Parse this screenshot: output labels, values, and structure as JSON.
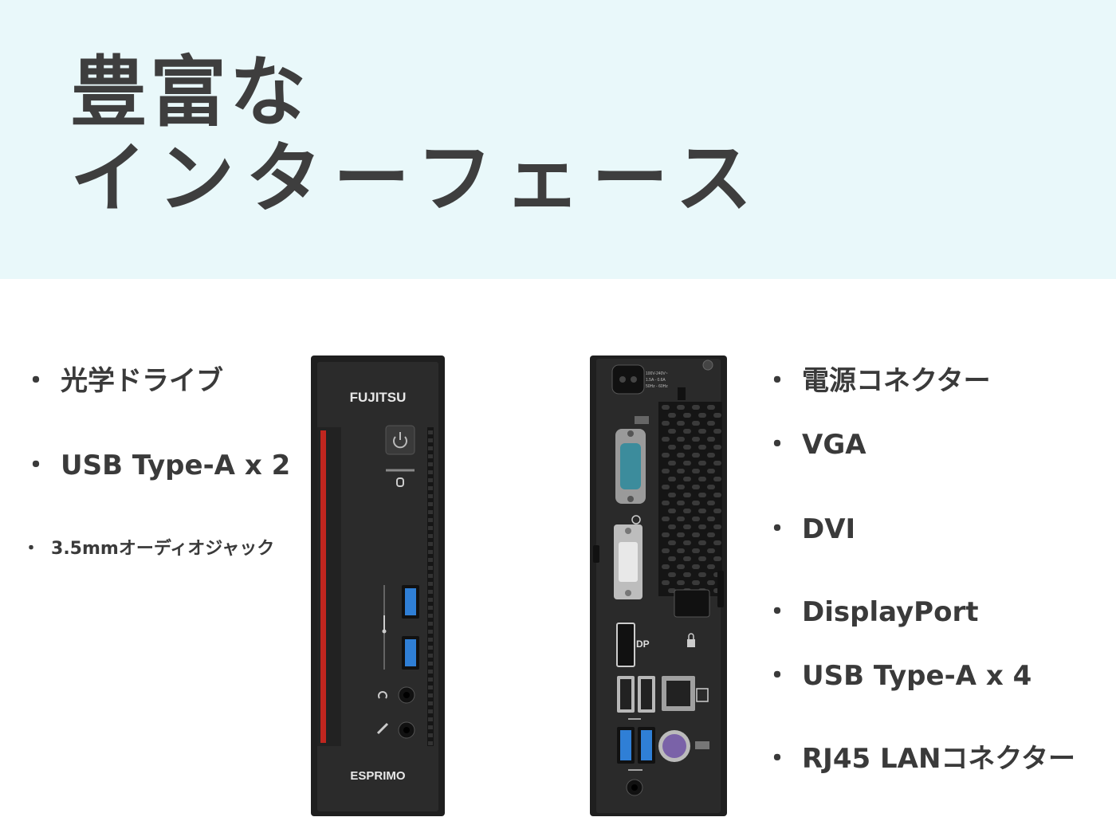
{
  "title": {
    "line1": "豊富な",
    "line2": "インターフェース"
  },
  "front_features": [
    "光学ドライブ",
    "USB Type-A x 2",
    "3.5mmオーディオジャック"
  ],
  "rear_features": [
    "電源コネクター",
    "VGA",
    "DVI",
    "DisplayPort",
    "USB Type-A x 4",
    "RJ45 LANコネクター"
  ],
  "bullet": "・",
  "device": {
    "brand": "FUJITSU",
    "model": "ESPRIMO",
    "dp_label": "DP",
    "power_rating": [
      "100V-240V~",
      "1.5A - 0.6A",
      "50Hz - 60Hz"
    ],
    "body_color": "#2a2a2a",
    "accent_red": "#c0261f",
    "usb_blue": "#2f7fd6",
    "serial_teal": "#3c8c9c"
  },
  "colors": {
    "banner_bg": "#e9f8fa",
    "text": "#3c3c3c"
  }
}
